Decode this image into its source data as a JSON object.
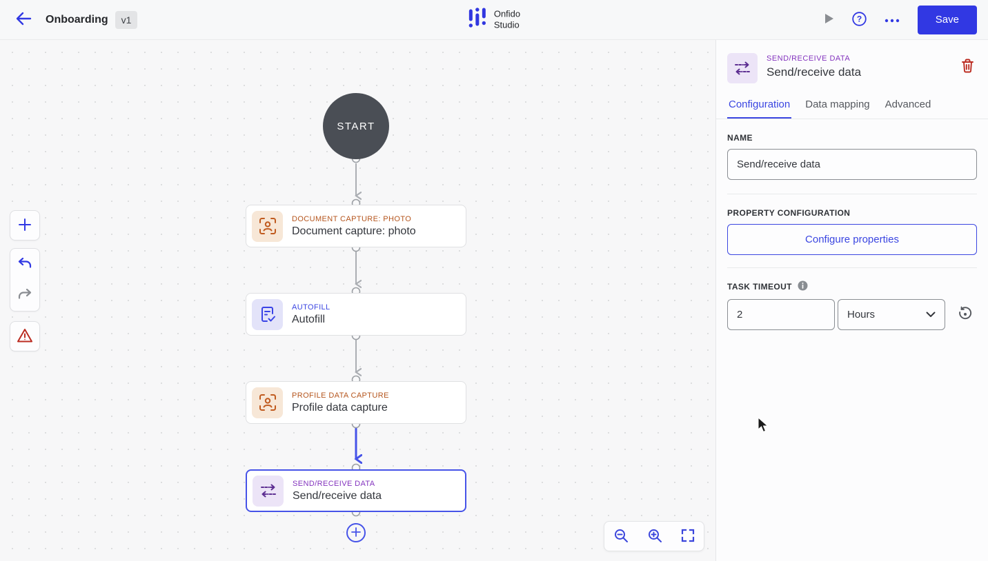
{
  "topbar": {
    "title": "Onboarding",
    "version": "v1",
    "logo": {
      "line1": "Onfido",
      "line2": "Studio"
    },
    "save": "Save"
  },
  "canvas": {
    "start": "START",
    "nodes": [
      {
        "category": "DOCUMENT CAPTURE: PHOTO",
        "title": "Document capture: photo"
      },
      {
        "category": "AUTOFILL",
        "title": "Autofill"
      },
      {
        "category": "PROFILE DATA CAPTURE",
        "title": "Profile data capture"
      },
      {
        "category": "SEND/RECEIVE DATA",
        "title": "Send/receive data",
        "selected": true
      }
    ]
  },
  "panel": {
    "header": {
      "category": "SEND/RECEIVE DATA",
      "title": "Send/receive data"
    },
    "tabs": [
      "Configuration",
      "Data mapping",
      "Advanced"
    ],
    "active_tab": "Configuration",
    "name": {
      "label": "NAME",
      "value": "Send/receive data"
    },
    "property_configuration": {
      "label": "PROPERTY CONFIGURATION",
      "button": "Configure properties"
    },
    "task_timeout": {
      "label": "TASK TIMEOUT",
      "value": "2",
      "unit": "Hours"
    }
  },
  "colors": {
    "primary_blue": "#3138e3",
    "selected_node_blue": "#4653e8",
    "orange_accent": "#b5551d",
    "blue_accent": "#3a45e1",
    "purple_accent": "#8333be",
    "danger_red": "#bb2b20",
    "start_node_gray": "#4a4e55"
  }
}
